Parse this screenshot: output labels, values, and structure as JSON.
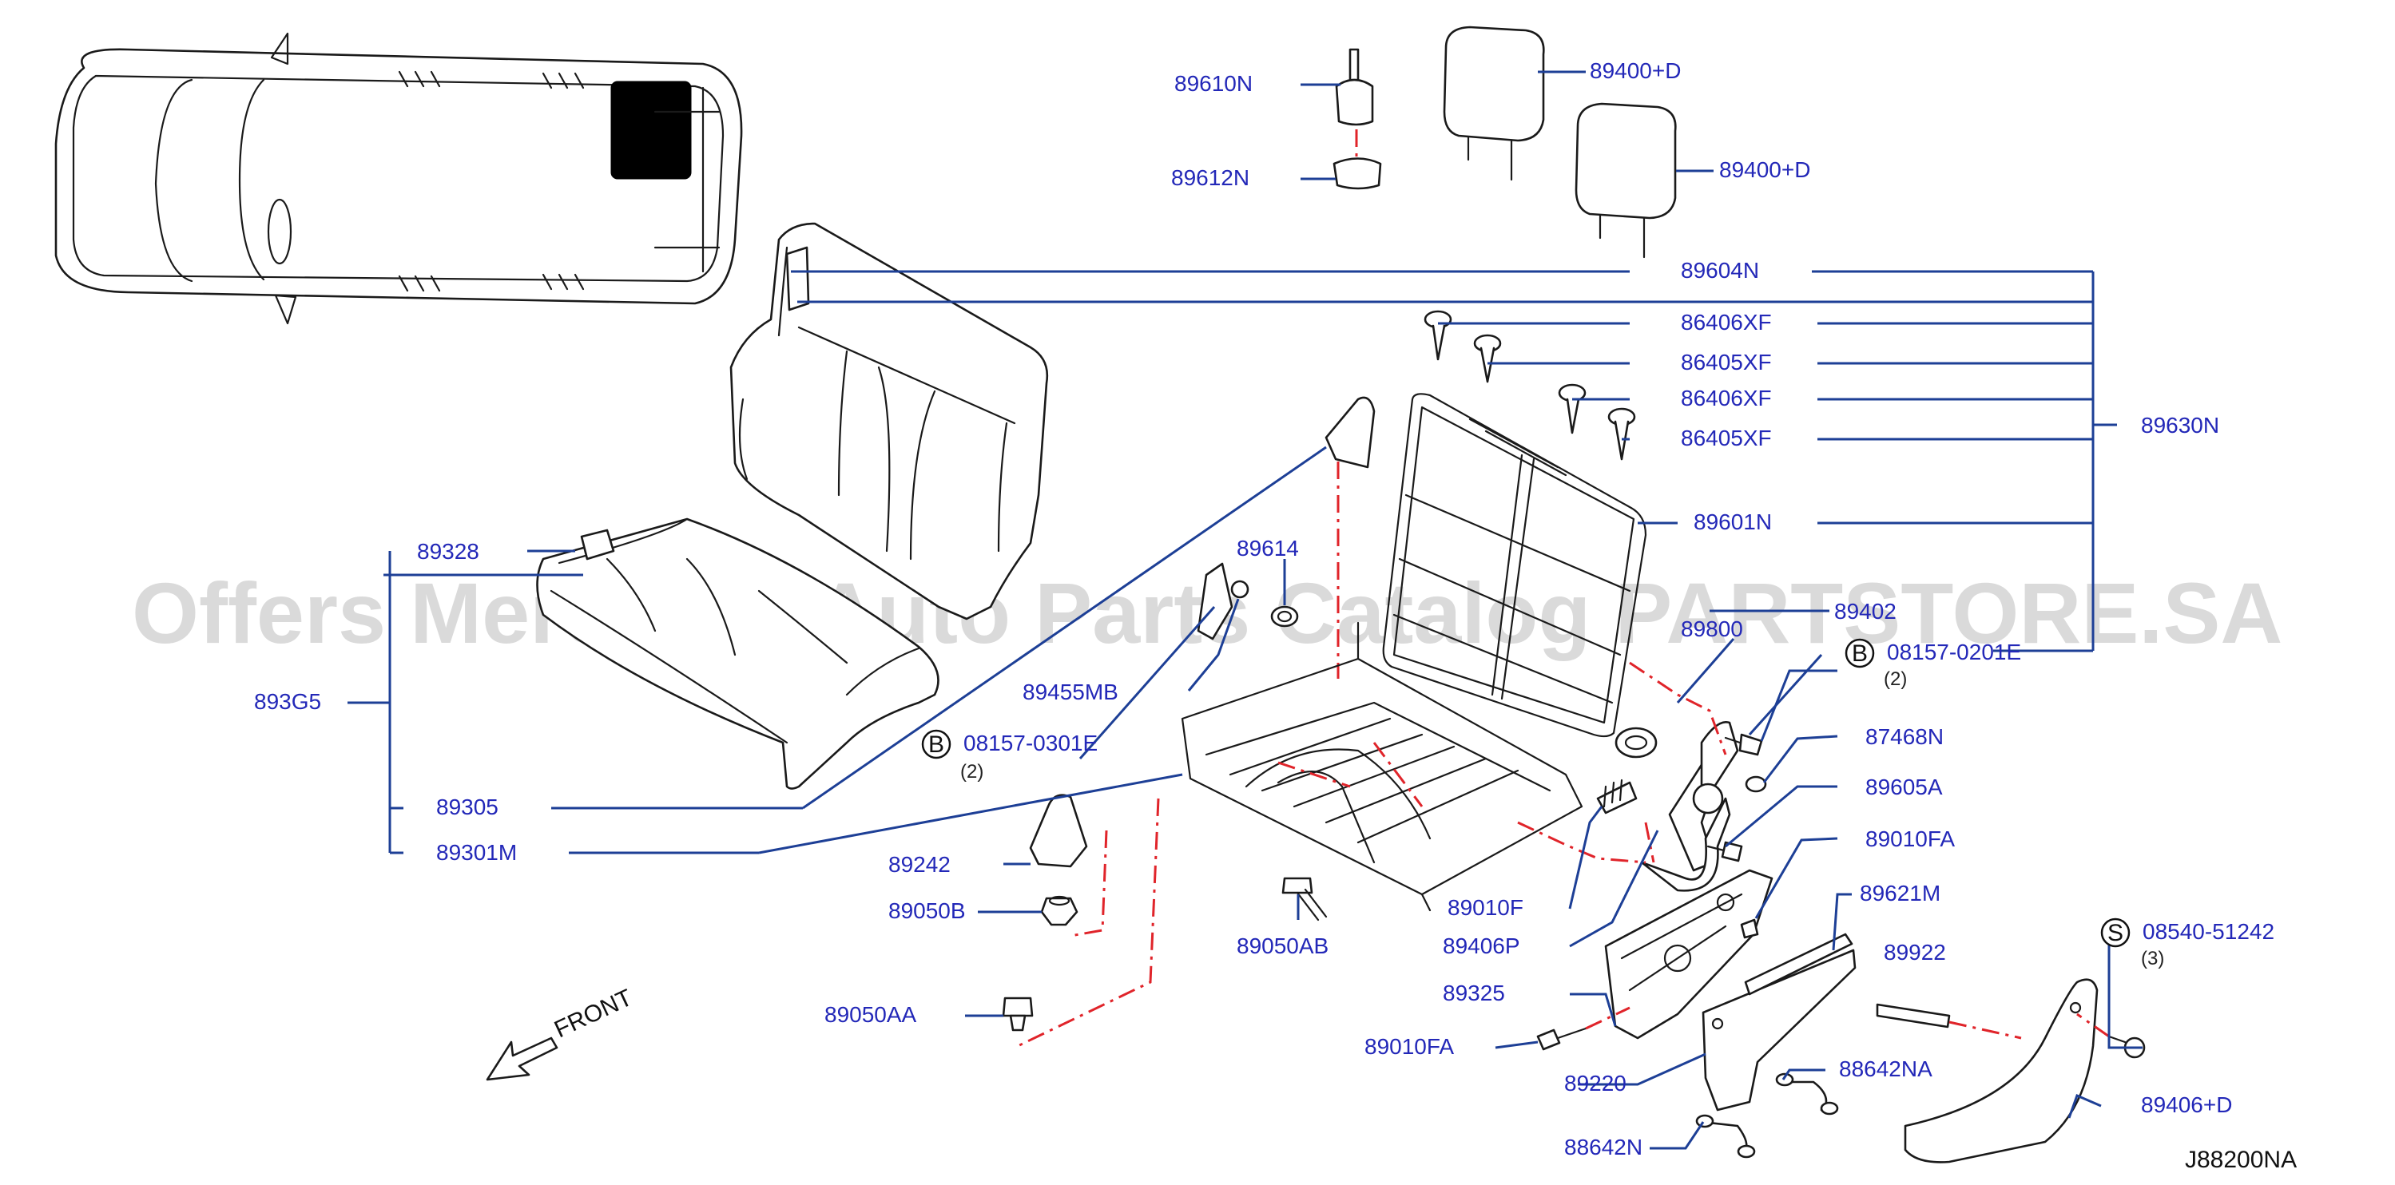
{
  "labels": {
    "p89610N": "89610N",
    "p89612N": "89612N",
    "p89400D_1": "89400+D",
    "p89400D_2": "89400+D",
    "p89604N": "89604N",
    "p86406XF_1": "86406XF",
    "p86405XF_1": "86405XF",
    "p86406XF_2": "86406XF",
    "p86405XF_2": "86405XF",
    "p89630N": "89630N",
    "p89601N": "89601N",
    "p89328": "89328",
    "p893G5": "893G5",
    "p89305": "89305",
    "p89301M": "89301M",
    "p89614": "89614",
    "p89455MB": "89455MB",
    "p08157_0301E": "08157-0301E",
    "p89800": "89800",
    "p89402": "89402",
    "p08157_0201E": "08157-0201E",
    "p87468N": "87468N",
    "p89605A": "89605A",
    "p89010FA_1": "89010FA",
    "p89242": "89242",
    "p89050B": "89050B",
    "p89050AB": "89050AB",
    "p89010F": "89010F",
    "p89406P": "89406P",
    "p89325": "89325",
    "p89621M": "89621M",
    "p89922": "89922",
    "p08540_51242": "08540-51242",
    "p89050AA": "89050AA",
    "p89010FA_2": "89010FA",
    "p89220": "89220",
    "p88642NA": "88642NA",
    "p88642N": "88642N",
    "p89406D": "89406+D"
  },
  "badges": {
    "b1": "B",
    "b2": "B",
    "s1": "S"
  },
  "quantities": {
    "q1": "(2)",
    "q2": "(2)",
    "q3": "(3)"
  },
  "front_label": "FRONT",
  "diagram_code": "J88200NA",
  "watermark": "Offers Merchant Auto Parts Catalog PARTSTORE.SA",
  "colors": {
    "label": "#2328b8",
    "leader": "#1d3f96",
    "cut_line": "#e0242a",
    "art": "#1a1a1a"
  }
}
